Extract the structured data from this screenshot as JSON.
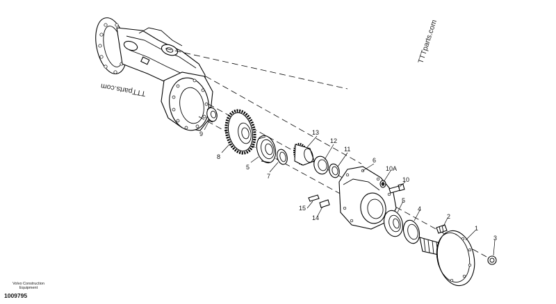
{
  "watermarks": [
    "TTTparts.com",
    "TTTparts.com"
  ],
  "brand": {
    "line1": "Volvo Construction",
    "line2": "Equipment"
  },
  "drawing_number": "1009795",
  "callouts": [
    "1",
    "2",
    "3",
    "4",
    "5",
    "5",
    "6",
    "7",
    "8",
    "9",
    "10",
    "10A",
    "11",
    "12",
    "13",
    "14",
    "15"
  ]
}
